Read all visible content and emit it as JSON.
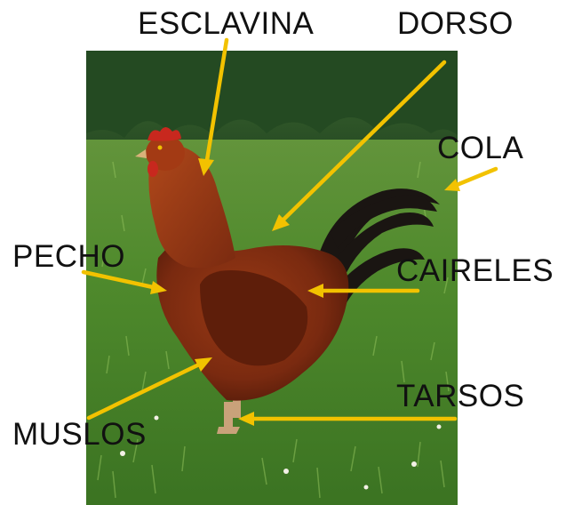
{
  "labels": {
    "esclavina": "ESCLAVINA",
    "dorso": "DORSO",
    "cola": "COLA",
    "pecho": "PECHO",
    "caireles": "CAIRELES",
    "tarsos": "TARSOS",
    "muslos": "MUSLOS"
  },
  "colors": {
    "arrow": "#f2c200",
    "label_text": "#111111",
    "grass": "#4f8a2c",
    "forest": "#2f5a2c",
    "plumage": "#7a2a10",
    "tail": "#1a1512",
    "comb": "#c8281e"
  }
}
